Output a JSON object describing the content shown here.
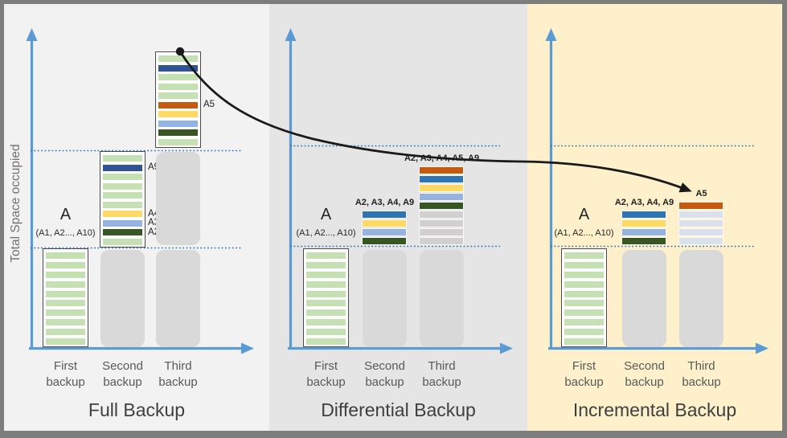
{
  "y_axis_label": "Total Space occupied",
  "colors": {
    "axis": "#5b9bd5",
    "dotted": "#2e75b6",
    "curve": "#1a1a1a",
    "green": "#c5e0b3",
    "navy": "#2f5496",
    "blue": "#2e75b6",
    "orange": "#c55a11",
    "yellow": "#ffd966",
    "lightblue": "#94b3e0",
    "darkgreen": "#375623",
    "gray_bar": "#d9d9d9",
    "gray_stripe": "#d1cfcf",
    "bluegray": "#dae1ec"
  },
  "panels": [
    {
      "title": "Full Backup",
      "bg": "#f2f2f2",
      "x_labels": [
        "First backup",
        "Second backup",
        "Third backup"
      ],
      "bars": [
        {
          "type": "box",
          "level": 0,
          "base_levels": [],
          "label": "A",
          "sublabel": "(A1, A2..., A10)",
          "stripes": [
            "green",
            "green",
            "green",
            "green",
            "green",
            "green",
            "green",
            "green",
            "green",
            "green"
          ]
        },
        {
          "type": "box",
          "level": 1,
          "base_levels": [
            0
          ],
          "stripes": [
            "green",
            "navy",
            "green",
            "green",
            "green",
            "green",
            "yellow",
            "lightblue",
            "darkgreen",
            "green"
          ],
          "side_labels": [
            {
              "text": "A9",
              "stripe": 1
            },
            {
              "text": "A4",
              "stripe": 6
            },
            {
              "text": "A3",
              "stripe": 7
            },
            {
              "text": "A2",
              "stripe": 8
            }
          ]
        },
        {
          "type": "box",
          "level": 2,
          "base_levels": [
            0,
            1
          ],
          "stripes": [
            "green",
            "navy",
            "green",
            "green",
            "green",
            "orange",
            "yellow",
            "lightblue",
            "darkgreen",
            "green"
          ],
          "side_labels": [
            {
              "text": "A5",
              "stripe": 5
            }
          ]
        }
      ]
    },
    {
      "title": "Differential Backup",
      "bg": "#e5e5e5",
      "x_labels": [
        "First backup",
        "Second backup",
        "Third backup"
      ],
      "bars": [
        {
          "type": "box",
          "level": 0,
          "base_levels": [],
          "label": "A",
          "sublabel": "(A1, A2..., A10)",
          "stripes": [
            "green",
            "green",
            "green",
            "green",
            "green",
            "green",
            "green",
            "green",
            "green",
            "green"
          ]
        },
        {
          "type": "stack",
          "base_levels": [
            0
          ],
          "top_label": "A2, A3, A4, A9",
          "stripes": [
            "blue",
            "yellow",
            "lightblue",
            "darkgreen"
          ]
        },
        {
          "type": "stack",
          "base_levels": [
            0
          ],
          "top_label": "A2, A3, A4, A5, A9",
          "stripes": [
            "orange",
            "blue",
            "yellow",
            "lightblue",
            "darkgreen",
            "gray_stripe",
            "gray_stripe",
            "gray_stripe",
            "gray_stripe"
          ]
        }
      ]
    },
    {
      "title": "Incremental Backup",
      "bg": "#fdf0ca",
      "x_labels": [
        "First backup",
        "Second backup",
        "Third backup"
      ],
      "bars": [
        {
          "type": "box",
          "level": 0,
          "base_levels": [],
          "label": "A",
          "sublabel": "(A1, A2..., A10)",
          "stripes": [
            "green",
            "green",
            "green",
            "green",
            "green",
            "green",
            "green",
            "green",
            "green",
            "green"
          ]
        },
        {
          "type": "stack",
          "base_levels": [
            0
          ],
          "top_label": "A2, A3, A4, A9",
          "stripes": [
            "blue",
            "yellow",
            "lightblue",
            "darkgreen"
          ]
        },
        {
          "type": "stack",
          "base_levels": [
            0
          ],
          "top_label": "A5",
          "stripes": [
            "orange",
            "bluegray",
            "bluegray",
            "bluegray",
            "bluegray"
          ]
        }
      ]
    }
  ]
}
